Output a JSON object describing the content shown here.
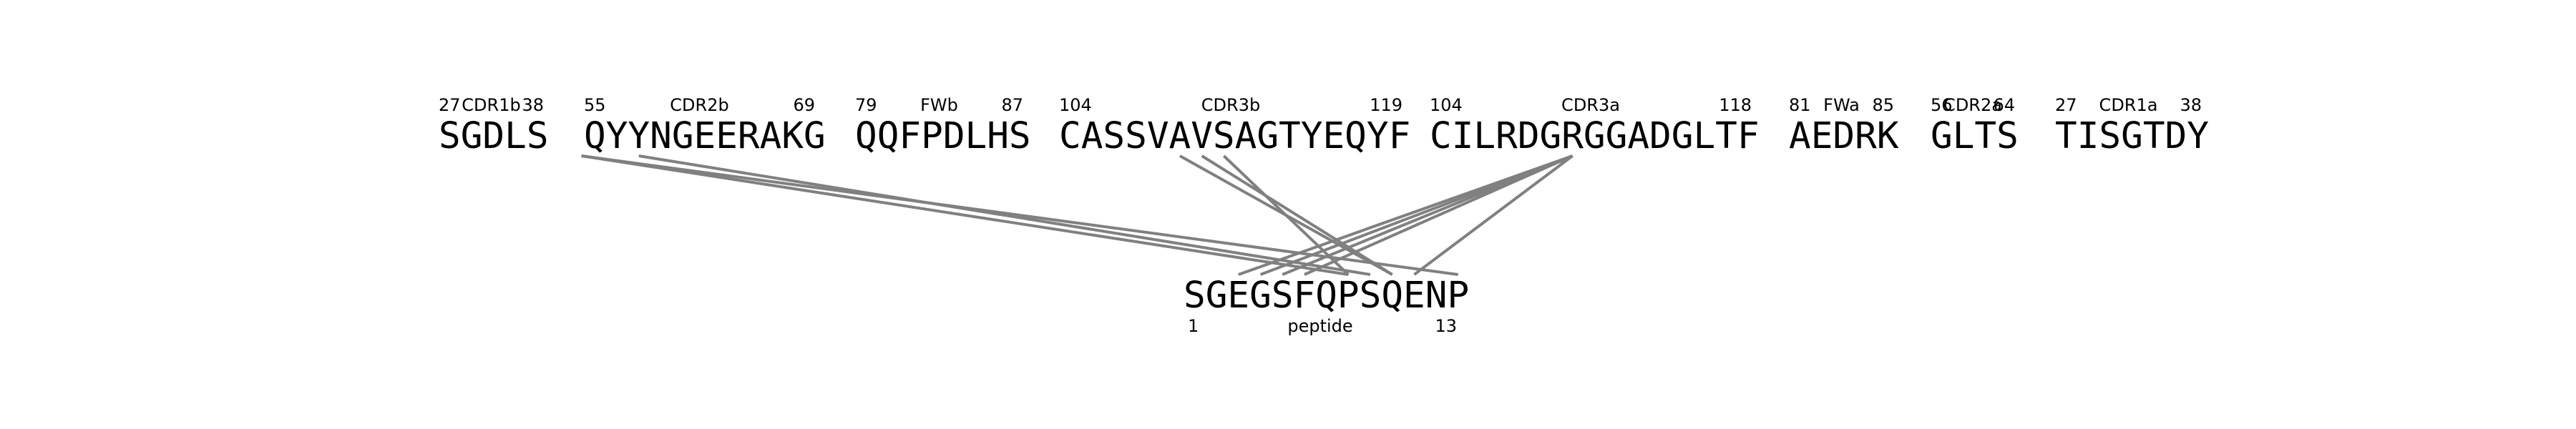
{
  "segments": [
    {
      "id": "cdr1b",
      "label": "CDR1b",
      "start": "27",
      "end": "38",
      "seq": "SGDLS"
    },
    {
      "id": "cdr2b",
      "label": "CDR2b",
      "start": "55",
      "end": "69",
      "seq": "QYYNGEERAKG"
    },
    {
      "id": "fwb",
      "label": "FWb",
      "start": "79",
      "end": "87",
      "seq": "QQFPDLHS"
    },
    {
      "id": "cdr3b",
      "label": "CDR3b",
      "start": "104",
      "end": "119",
      "seq": "CASSVAVSAGTYEQYF"
    },
    {
      "id": "cdr3a",
      "label": "CDR3a",
      "start": "104",
      "end": "118",
      "seq": "CILRDGRGGADGLTF"
    },
    {
      "id": "fwa",
      "label": "FWa",
      "start": "81",
      "end": "85",
      "seq": "AEDRK"
    },
    {
      "id": "cdr2a",
      "label": "CDR2a",
      "start": "56",
      "end": "64",
      "seq": "GLTS"
    },
    {
      "id": "cdr1a",
      "label": "CDR1a",
      "start": "27",
      "end": "38",
      "seq": "TISGTDY"
    }
  ],
  "peptide": {
    "label": "peptide",
    "start": "1",
    "end": "13",
    "seq": "SGEGSFQPSQENP"
  },
  "line_color": "#808080",
  "contacts": [
    {
      "from_segment": "cdr1b",
      "from_residue": 7,
      "to_residue": 8
    },
    {
      "from_segment": "cdr1b",
      "from_residue": 7,
      "to_residue": 13
    },
    {
      "from_segment": "cdr2b",
      "from_residue": 3,
      "to_residue": 9
    },
    {
      "from_segment": "cdr3b",
      "from_residue": 6,
      "to_residue": 10
    },
    {
      "from_segment": "cdr3b",
      "from_residue": 7,
      "to_residue": 10
    },
    {
      "from_segment": "cdr3b",
      "from_residue": 8,
      "to_residue": 8
    },
    {
      "from_segment": "cdr3a",
      "from_residue": 7,
      "to_residue": 3
    },
    {
      "from_segment": "cdr3a",
      "from_residue": 7,
      "to_residue": 4
    },
    {
      "from_segment": "cdr3a",
      "from_residue": 7,
      "to_residue": 5
    },
    {
      "from_segment": "cdr3a",
      "from_residue": 7,
      "to_residue": 6
    },
    {
      "from_segment": "cdr3a",
      "from_residue": 7,
      "to_residue": 11
    }
  ]
}
